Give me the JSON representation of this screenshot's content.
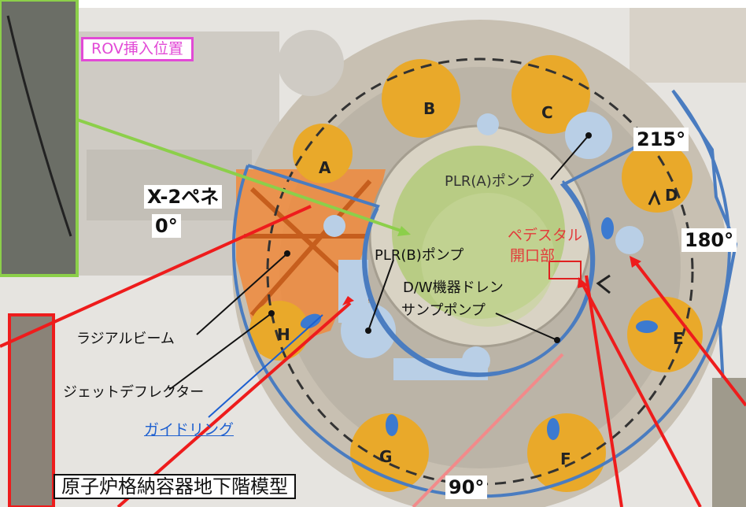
{
  "labels": {
    "rov": "ROV挿入位置",
    "x2": "X-2ペネ",
    "deg0": "0°",
    "deg215": "215°",
    "deg180": "180°",
    "deg90": "90°",
    "plr_a": "PLR(A)ポンプ",
    "plr_b": "PLR(B)ポンプ",
    "dw_drain": "D/W機器ドレン",
    "sump_pump": "サンプポンプ",
    "pedestal1": "ペデスタル",
    "pedestal2": "開口部",
    "radial_beam": "ラジアルビーム",
    "jet_deflector": "ジェットデフレクター",
    "guide_ring": "ガイドリング",
    "model_title": "原子炉格納容器地下階模型",
    "A": "A",
    "B": "B",
    "C": "C",
    "D": "D",
    "E": "E",
    "F": "F",
    "G": "G",
    "H": "H"
  },
  "colors": {
    "outline_blue": "#4a7cc0",
    "red_line": "#ee1c1c",
    "green_line": "#8ccf4a",
    "pedestal_green": "#9cc86a",
    "pump_blue": "#b9cfe6",
    "orange_beam": "#f08a3c",
    "yellow_pump": "#e9a92a",
    "rov_magenta": "#e24ad6",
    "floor_gray": "#bdb6a8"
  }
}
